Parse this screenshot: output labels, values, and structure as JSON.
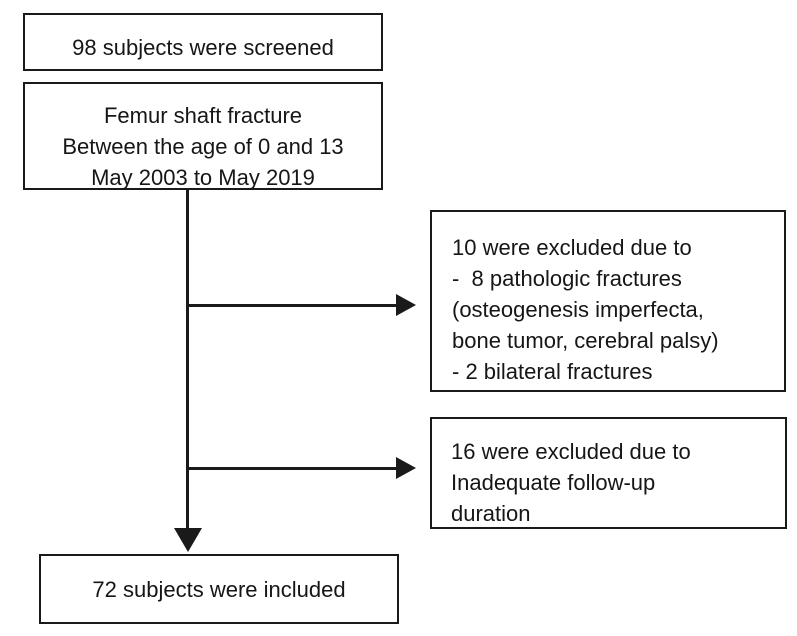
{
  "diagram": {
    "type": "flowchart",
    "background": "#ffffff",
    "line_color": "#1a1a1a",
    "text_color": "#161616"
  },
  "boxes": {
    "screened": {
      "lines": [
        "98 subjects were screened"
      ]
    },
    "criteria": {
      "lines": [
        "Femur shaft fracture",
        "Between the age of 0 and 13",
        "May 2003 to May 2019"
      ]
    },
    "excluded_pathologic": {
      "lines": [
        "10 were excluded due to",
        "-  8 pathologic fractures",
        "(osteogenesis imperfecta,",
        "bone tumor, cerebral palsy)",
        "- 2 bilateral fractures"
      ]
    },
    "excluded_followup": {
      "lines": [
        "16 were excluded due to",
        "Inadequate follow-up",
        "duration"
      ]
    },
    "included": {
      "lines": [
        "72 subjects were included"
      ]
    }
  }
}
